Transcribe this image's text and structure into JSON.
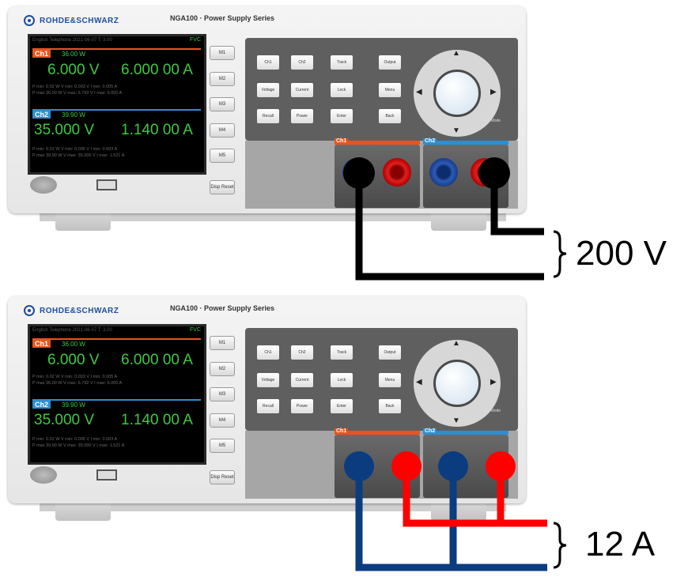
{
  "device": {
    "brand": "ROHDE&SCHWARZ",
    "model": "NGA100 · Power Supply Series",
    "screen": {
      "topline": "English  Telephone  2021-06-07  T: 3.00",
      "mode": "FVC",
      "ch1": {
        "tag": "Ch1",
        "power": "36.00 W",
        "voltage": "6.000 V",
        "current": "6.000 00 A",
        "stat1": "P min: 0.02 W   V min: 0.003 V  I min: 0.005 A",
        "stat2": "P max 36.00 W   V max: 6.792 V  I max: 6.000 A"
      },
      "ch2": {
        "tag": "Ch2",
        "power": "39.90 W",
        "voltage": "35.000 V",
        "current": "1.140 00 A",
        "stat1": "P min: 0.01 W   V min: 0.005 V  I min: 0.003 A",
        "stat2": "P max 39.90 W   V max: 35.000 V  I max: 1.521 A"
      }
    },
    "memory_buttons": [
      "M1",
      "M2",
      "M3",
      "M4",
      "M5"
    ],
    "bottom_button": "Disp Reset",
    "function_buttons": [
      "Ch1",
      "Ch2",
      "Track",
      "Output",
      "Voltage",
      "Current",
      "Lock",
      "Menu",
      "Recall",
      "Power",
      "Enter",
      "Back"
    ],
    "live_mode": "Live Mode",
    "terminal_labels": {
      "ch1": "Ch1",
      "ch2": "Ch2"
    }
  },
  "annotations": {
    "top": "200 V",
    "bottom": "12 A"
  },
  "colors": {
    "ch1": "#e8541f",
    "ch2": "#2b8fd3",
    "cable_series": "#000000",
    "cable_neg": "#0b3c80",
    "cable_pos": "#ff0000"
  }
}
